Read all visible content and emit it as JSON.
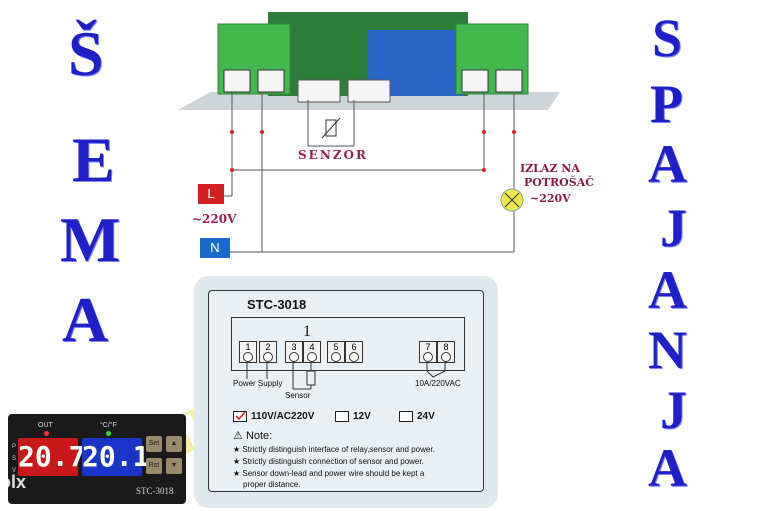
{
  "left_word": [
    "Š",
    "E",
    "M",
    "A"
  ],
  "right_word": [
    "S",
    "P",
    "A",
    "J",
    "A",
    "N",
    "J",
    "A"
  ],
  "watermark": "HAIRUDIN",
  "labels": {
    "sensor": "SENZOR",
    "line": "L",
    "neutral": "N",
    "voltage": "~220V",
    "output_line1": "IZLAZ NA",
    "output_line2": "POTROŠAČ",
    "output_voltage": "~220V"
  },
  "panel": {
    "model": "STC-3018",
    "group_number": "1",
    "terminals": [
      "1",
      "2",
      "3",
      "4",
      "5",
      "6",
      "7",
      "8"
    ],
    "power_label": "Power Supply",
    "sensor_label": "Sensor",
    "relay_label": "10A/220VAC",
    "options": [
      "110V/AC220V",
      "12V",
      "24V"
    ],
    "note_title": "Note:",
    "notes": [
      "★ Strictly distinguish interface of relay,sensor and power.",
      "★ Strictly distinguish connection of sensor and power.",
      "★ Sensor down-lead and power wire should be kept a",
      "proper distance."
    ]
  },
  "device": {
    "out_label": "OUT",
    "unit_label": "°C/°F",
    "left_display": "20.7",
    "right_display": "20.1",
    "set_button": "Set",
    "rst_button": "Rst",
    "model": "STC-3018",
    "side_p": "P",
    "side_s": "S",
    "side_v": "V"
  },
  "brand": "olx",
  "colors": {
    "letters": "#2020c8",
    "line_box": "#d42020",
    "neutral_box": "#1a6ac8",
    "board": "#3aa84a"
  }
}
